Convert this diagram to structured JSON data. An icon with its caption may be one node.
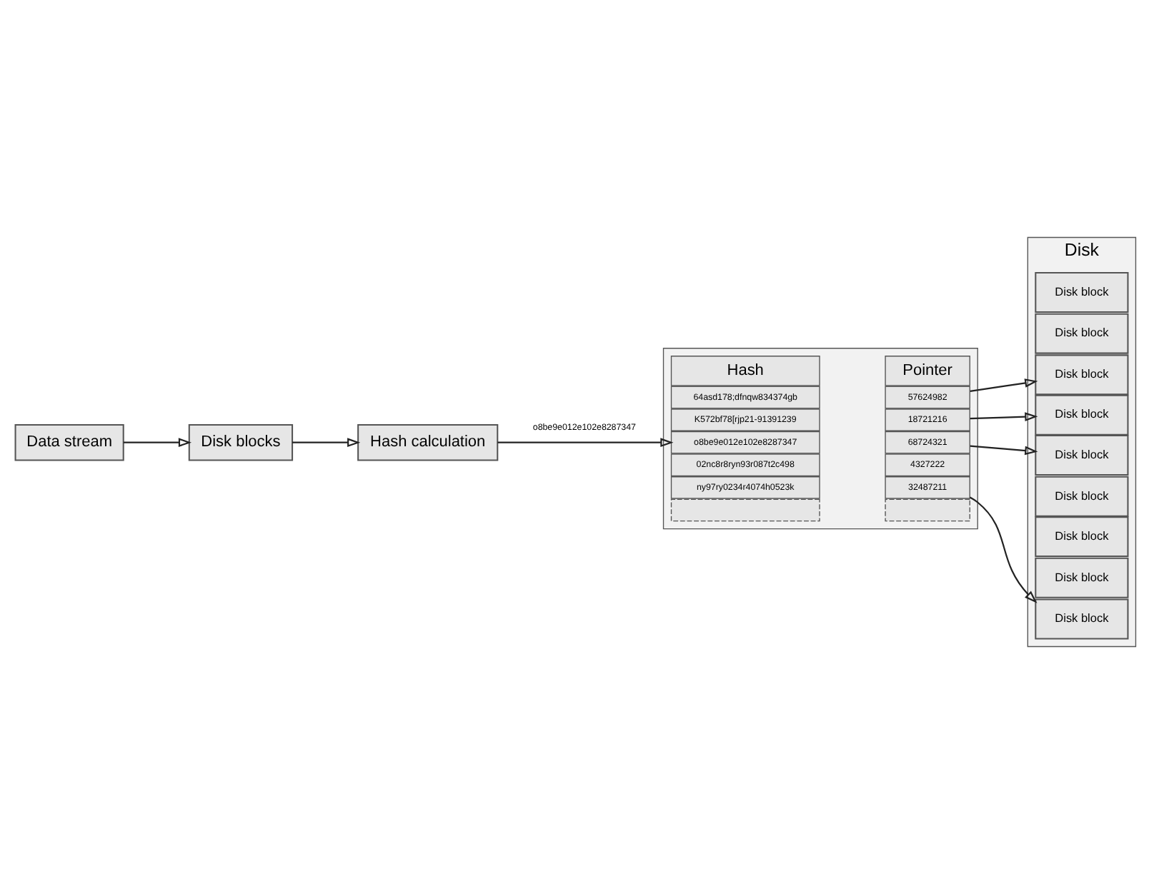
{
  "diagram": {
    "nodes": [
      {
        "text": [
          "Data stream"
        ]
      },
      {
        "text": [
          "Disk blocks"
        ]
      },
      {
        "text": [
          "Hash calculation"
        ]
      },
      {
        "text": [],
        "shape": "box"
      },
      {
        "text": [
          "Hash"
        ],
        "in": 3
      },
      {
        "text": [
          "Pointer"
        ],
        "in": 3
      },
      {
        "text": [
          "64asd178;dfnqw834374gb"
        ],
        "in": 3
      },
      {
        "text": [
          "57624982"
        ],
        "in": 3
      },
      {
        "text": [
          "K572bf78[rjp21-91391239"
        ],
        "in": 3
      },
      {
        "text": [
          "18721216"
        ],
        "in": 3
      },
      {
        "text": [
          "o8be9e012e102e8287347"
        ],
        "in": 3
      },
      {
        "text": [
          "68724321"
        ],
        "in": 3
      },
      {
        "text": [
          "02nc8r8ryn93r087t2c498"
        ],
        "in": 3
      },
      {
        "text": [
          "4327222"
        ],
        "in": 3
      },
      {
        "text": [
          "ny97ry0234r4074h0523k"
        ],
        "in": 3
      },
      {
        "text": [
          "32487211"
        ],
        "in": 3
      },
      {
        "text": [],
        "shape": "box",
        "in": 3
      },
      {
        "text": [],
        "shape": "box",
        "in": 3
      },
      {
        "text": [
          "Disk"
        ]
      },
      {
        "text": [
          "Disk block"
        ],
        "in": 18
      },
      {
        "text": [
          "Disk block"
        ],
        "in": 18
      },
      {
        "text": [
          "Disk block"
        ],
        "in": 18
      },
      {
        "text": [
          "Disk block"
        ],
        "in": 18
      },
      {
        "text": [
          "Disk block"
        ],
        "in": 18
      },
      {
        "text": [
          "Disk block"
        ],
        "in": 18
      },
      {
        "text": [
          "Disk block"
        ],
        "in": 18
      },
      {
        "text": [
          "Disk block"
        ],
        "in": 18
      },
      {
        "text": [
          "Disk block"
        ],
        "in": 18
      }
    ],
    "edges": [
      {
        "from": 0,
        "to": 1,
        "arrow": "to"
      },
      {
        "from": 1,
        "to": 2,
        "arrow": "to"
      },
      {
        "from": 2,
        "to": 10,
        "arrow": "to",
        "label": "o8be9e012e102e8287347"
      },
      {
        "from": 7,
        "to": 25,
        "arrow": "to"
      },
      {
        "from": 9,
        "to": 19,
        "arrow": "to"
      },
      {
        "from": 11,
        "to": 26,
        "arrow": "to"
      },
      {
        "from": 15,
        "to": 22,
        "arrow": "to"
      }
    ]
  }
}
